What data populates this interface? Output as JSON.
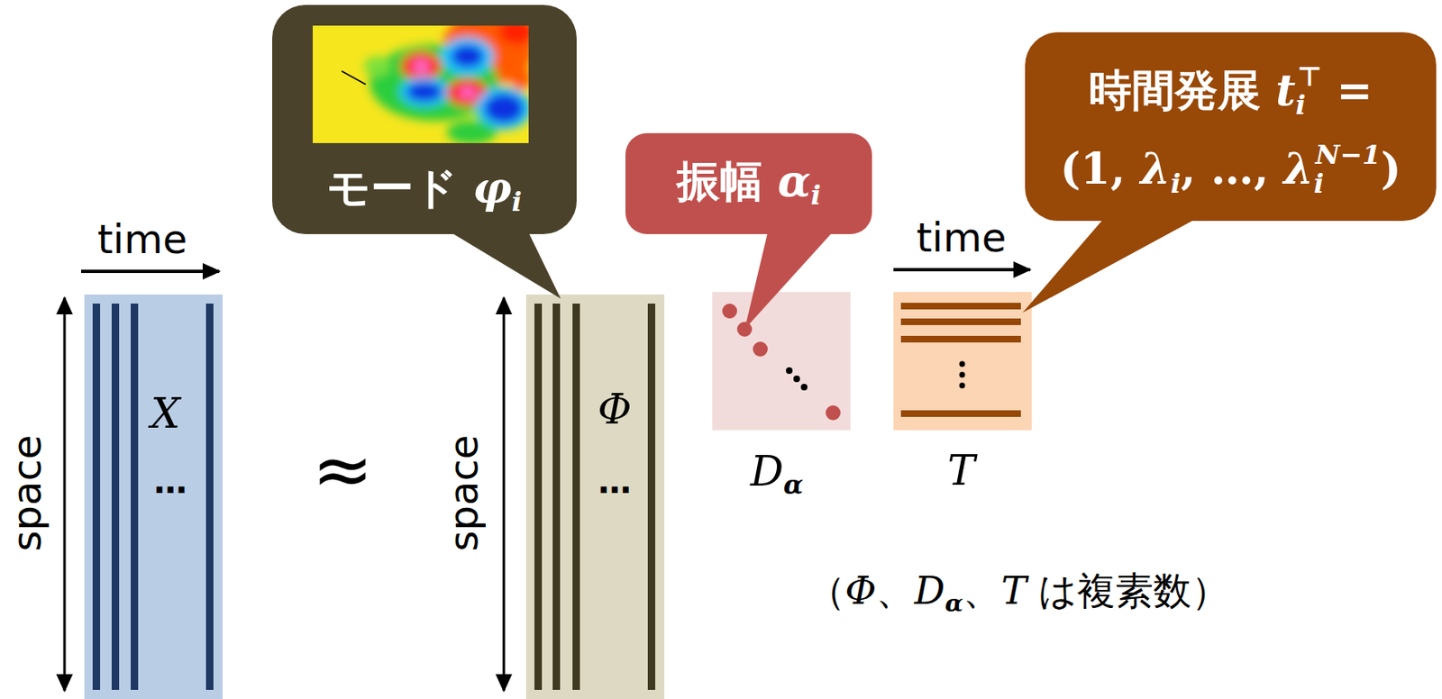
{
  "diagram": {
    "nodes": [
      {
        "text": [
          "モード φi"
        ]
      },
      {
        "text": [
          "振幅 αi"
        ]
      },
      {
        "text": [
          "時間発展 ti⊤ = (1, λi, …, λiN−1)"
        ]
      },
      {
        "text": [
          "X",
          "…"
        ]
      },
      {
        "text": [
          "Φ",
          "…"
        ]
      },
      {
        "text": [
          "Dα"
        ]
      },
      {
        "text": [
          "T"
        ]
      }
    ],
    "edges": [
      {
        "from": 0,
        "to": 4,
        "arrow": "none"
      },
      {
        "from": 1,
        "to": 5,
        "arrow": "none"
      },
      {
        "from": 2,
        "to": 6,
        "arrow": "none"
      }
    ],
    "labels": [
      "time",
      "space",
      "≈",
      "space",
      "time",
      "（Φ、Dα、T は複素数）"
    ]
  }
}
